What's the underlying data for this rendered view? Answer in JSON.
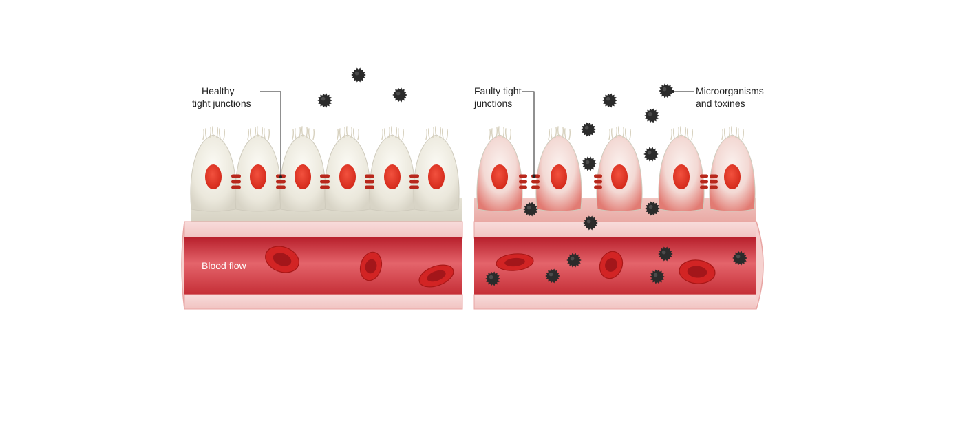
{
  "labels": {
    "healthy_line1": "Healthy",
    "healthy_line2": "tight junctions",
    "faulty_line1": "Faulty tight",
    "faulty_line2": "junctions",
    "microbes_line1": "Microorganisms",
    "microbes_line2": "and toxines",
    "blood_flow": "Blood flow"
  },
  "colors": {
    "cell_fill": "#ebe8dc",
    "cell_stroke": "#cfcbbd",
    "nucleus": "#e43423",
    "junction": "#b8281c",
    "vessel_dark": "#c8333a",
    "vessel_light": "#f6d1cf",
    "rbc": "#c41e1e",
    "microbe": "#2b2b2b",
    "leader_line": "#222222"
  }
}
